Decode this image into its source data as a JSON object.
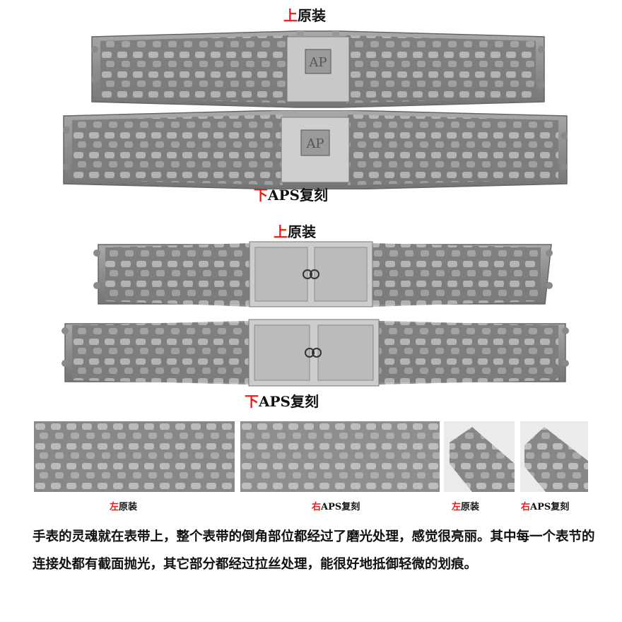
{
  "sections": [
    {
      "mark": "上",
      "text": "原装"
    },
    {
      "mark": "下",
      "text": "APS复刻"
    },
    {
      "mark": "上",
      "text": "原装"
    },
    {
      "mark": "下",
      "text": "APS复刻"
    }
  ],
  "thumbs": [
    {
      "mark": "左",
      "text": "原装"
    },
    {
      "mark": "右",
      "text": "APS复刻"
    },
    {
      "mark": "左",
      "text": "原装"
    },
    {
      "mark": "右",
      "text": "APS复刻"
    }
  ],
  "caption": "手表的灵魂就在表带上，整个表带的倒角部位都经过了磨光处理，感觉很亮丽。其中每一个表节的连接处都有截面抛光，其它部分都经过拉丝处理，能很好地抵御轻微的划痕。",
  "colors": {
    "accent": "#e0211b",
    "steel": "#8a8a8a",
    "background": "#ffffff"
  }
}
